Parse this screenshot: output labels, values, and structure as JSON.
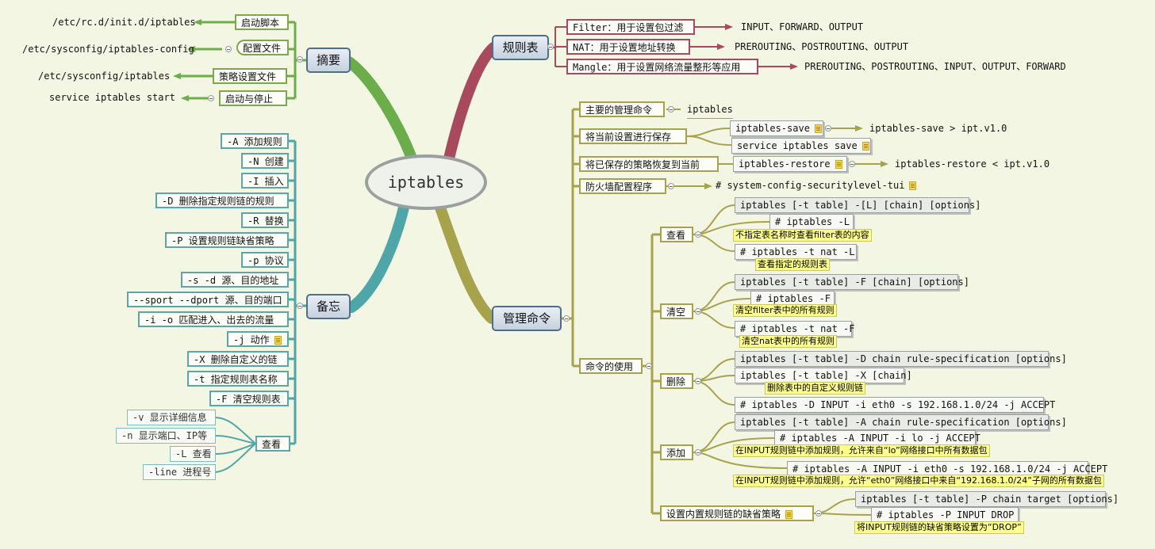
{
  "center": "iptables",
  "main": {
    "rules": "规则表",
    "summary": "摘要",
    "memo": "备忘",
    "mgmt": "管理命令"
  },
  "summary": {
    "items": [
      {
        "label": "启动脚本",
        "value": "/etc/rc.d/init.d/iptables"
      },
      {
        "label": "配置文件",
        "value": "/etc/sysconfig/iptables-config"
      },
      {
        "label": "策略设置文件",
        "value": "/etc/sysconfig/iptables"
      },
      {
        "label": "启动与停止",
        "value": "service iptables start"
      }
    ]
  },
  "rules": {
    "items": [
      {
        "label": "Filter：用于设置包过滤",
        "value": "INPUT、FORWARD、OUTPUT"
      },
      {
        "label": "NAT：用于设置地址转换",
        "value": "PREROUTING、POSTROUTING、OUTPUT"
      },
      {
        "label": "Mangle：用于设置网络流量整形等应用",
        "value": "PREROUTING、POSTROUTING、INPUT、OUTPUT、FORWARD"
      }
    ]
  },
  "memo": {
    "items": [
      "-A 添加规则",
      "-N 创建",
      "-I 插入",
      "-D 删除指定规则链的规则",
      "-R 替换",
      "-P 设置规则链缺省策略",
      "-p 协议",
      "-s -d 源、目的地址",
      "--sport --dport 源、目的端口",
      "-i -o 匹配进入、出去的流量",
      "-j 动作",
      "-X 删除自定义的链",
      "-t 指定规则表名称",
      "-F 清空规则表"
    ],
    "view": "查看",
    "view_items": [
      "-v 显示详细信息",
      "-n 显示端口、IP等",
      "-L 查看",
      "-line 进程号"
    ]
  },
  "mgmt": {
    "main_cmd": "主要的管理命令",
    "main_cmd_val": "iptables",
    "save": "将当前设置进行保存",
    "save_a": "iptables-save",
    "save_a_val": "iptables-save > ipt.v1.0",
    "save_b": "service iptables save",
    "restore": "将已保存的策略恢复到当前",
    "restore_a": "iptables-restore",
    "restore_a_val": "iptables-restore < ipt.v1.0",
    "fw": "防火墙配置程序",
    "fw_val": "# system-config-securitylevel-tui",
    "usage": "命令的使用",
    "view": {
      "label": "查看",
      "syntax": "iptables [-t table] -[L] [chain] [options]",
      "ex1": "# iptables -L",
      "ex1_note": "不指定表名称时查看filter表的内容",
      "ex2": "# iptables -t nat -L",
      "ex2_note": "查看指定的规则表"
    },
    "clear": {
      "label": "清空",
      "syntax": "iptables [-t table] -F [chain] [options]",
      "ex1": "# iptables -F",
      "ex1_note": "清空filter表中的所有规则",
      "ex2": "# iptables -t nat -F",
      "ex2_note": "清空nat表中的所有规则"
    },
    "delete": {
      "label": "删除",
      "syntax": "iptables [-t table] -D chain rule-specification [options]",
      "syntax2": "iptables [-t table] -X [chain]",
      "syntax2_note": "删除表中的自定义规则链",
      "ex1": "# iptables -D INPUT -i eth0 -s 192.168.1.0/24 -j ACCEPT"
    },
    "add": {
      "label": "添加",
      "syntax": "iptables [-t table] -A chain rule-specification [options]",
      "ex1": "# iptables -A INPUT -i lo -j ACCEPT",
      "ex1_note": "在INPUT规则链中添加规则，允许来自“lo”网络接口中所有数据包",
      "ex2": "# iptables -A INPUT -i eth0 -s 192.168.1.0/24 -j ACCEPT",
      "ex2_note": "在INPUT规则链中添加规则，允许“eth0”网络接口中来自“192.168.1.0/24”子网的所有数据包"
    },
    "policy": {
      "label": "设置内置规则链的缺省策略",
      "syntax": "iptables [-t table] -P chain target [options]",
      "ex1": "# iptables -P INPUT DROP",
      "ex1_note": "将INPUT规则链的缺省策略设置为“DROP”"
    }
  },
  "colors": {
    "summary_branch": "#6aad4a",
    "rules_branch": "#a84a5e",
    "memo_branch": "#4ea6a8",
    "mgmt_branch": "#a7a24c",
    "note_bg": "#ffff8c",
    "main_border": "#506d8a"
  },
  "icons": [
    "note-icon",
    "toggle-icon",
    "arrow-icon"
  ]
}
